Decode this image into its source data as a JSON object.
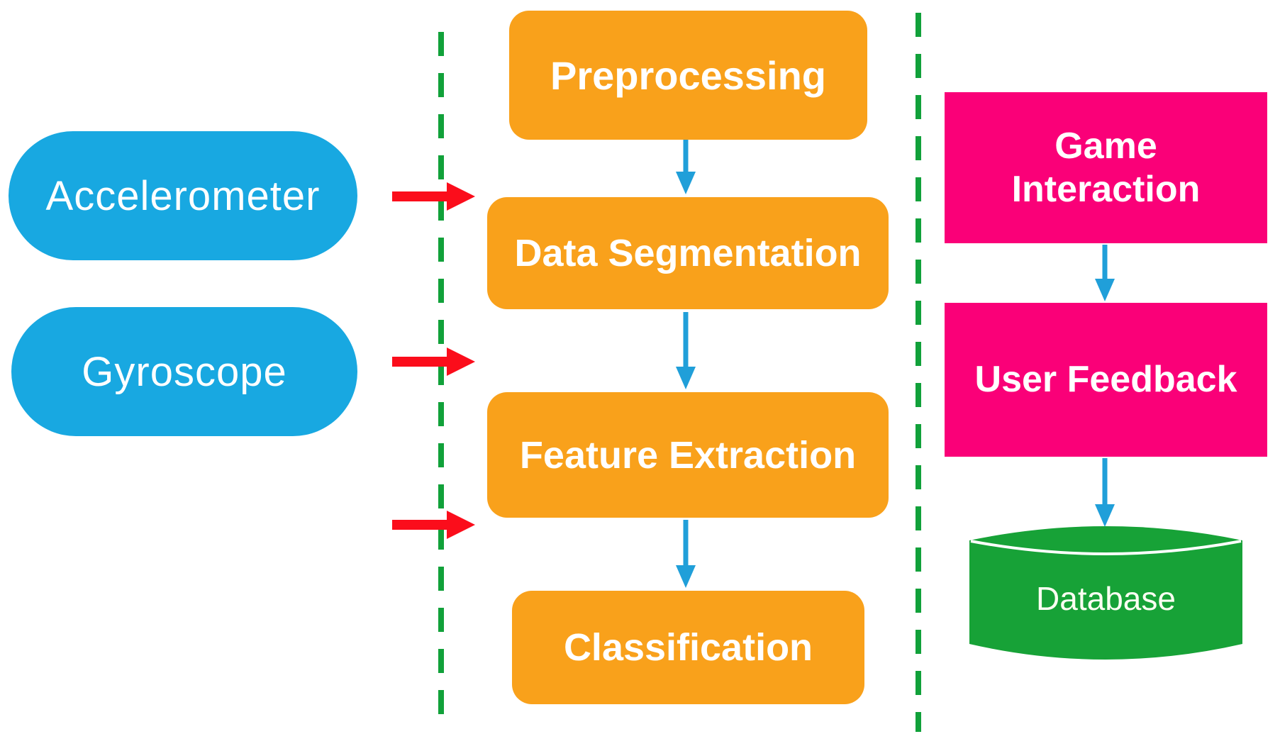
{
  "colors": {
    "background": "#FFFFFF",
    "sensor_blue": "#18A8E1",
    "process_orange": "#F9A11B",
    "interaction_pink": "#FA0078",
    "database_green": "#17A237",
    "divider_green": "#11A13A",
    "flow_arrow_blue": "#209FD9",
    "input_arrow_red": "#FB0D1B",
    "box_text": "#FFFFFF",
    "database_text": "#FCFFF2"
  },
  "sensors": {
    "accelerometer": {
      "label": "Accelerometer"
    },
    "gyroscope": {
      "label": "Gyroscope"
    }
  },
  "pipeline": {
    "preprocessing": {
      "label": "Preprocessing"
    },
    "data_segmentation": {
      "label": "Data Segmentation"
    },
    "feature_extraction": {
      "label": "Feature Extraction"
    },
    "classification": {
      "label": "Classification"
    }
  },
  "interaction": {
    "game_interaction": {
      "line1": "Game",
      "line2": "Interaction"
    },
    "user_feedback": {
      "label": "User Feedback"
    },
    "database": {
      "label": "Database"
    }
  }
}
